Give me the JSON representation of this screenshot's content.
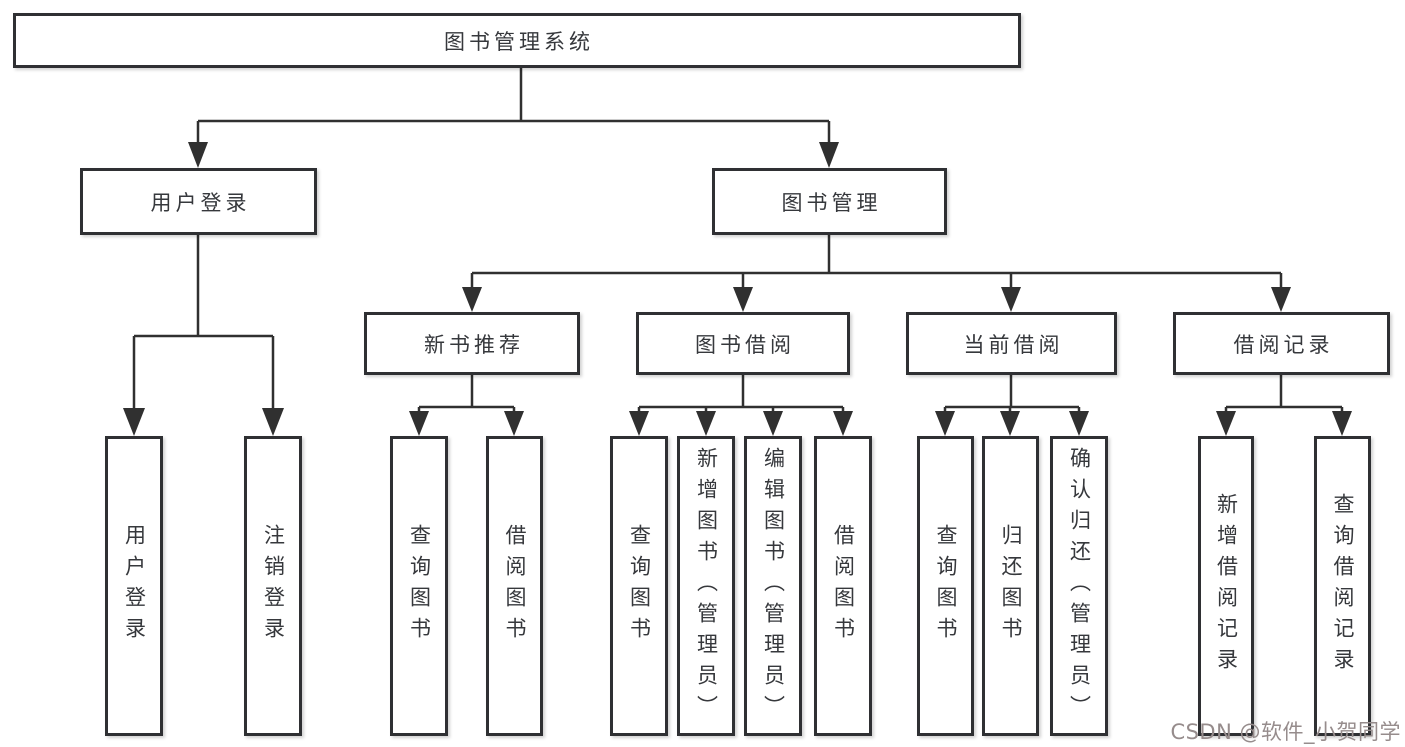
{
  "diagram": {
    "root": {
      "label": "图书管理系统"
    },
    "branches": [
      {
        "label": "用户登录"
      },
      {
        "label": "图书管理"
      }
    ],
    "modules": [
      {
        "label": "新书推荐"
      },
      {
        "label": "图书借阅"
      },
      {
        "label": "当前借阅"
      },
      {
        "label": "借阅记录"
      }
    ],
    "leaves": [
      {
        "label": "用户登录"
      },
      {
        "label": "注销登录"
      },
      {
        "label": "查询图书"
      },
      {
        "label": "借阅图书"
      },
      {
        "label": "查询图书"
      },
      {
        "label": "新增图书（管理员）"
      },
      {
        "label": "编辑图书（管理员）"
      },
      {
        "label": "借阅图书"
      },
      {
        "label": "查询图书"
      },
      {
        "label": "归还图书"
      },
      {
        "label": "确认归还（管理员）"
      },
      {
        "label": "新增借阅记录"
      },
      {
        "label": "查询借阅记录"
      }
    ]
  },
  "watermark": {
    "text": "CSDN @软件_小贺同学"
  },
  "colors": {
    "line": "#303030",
    "text": "#36383c",
    "background": "#ffffff",
    "watermark": "#968c8c"
  }
}
